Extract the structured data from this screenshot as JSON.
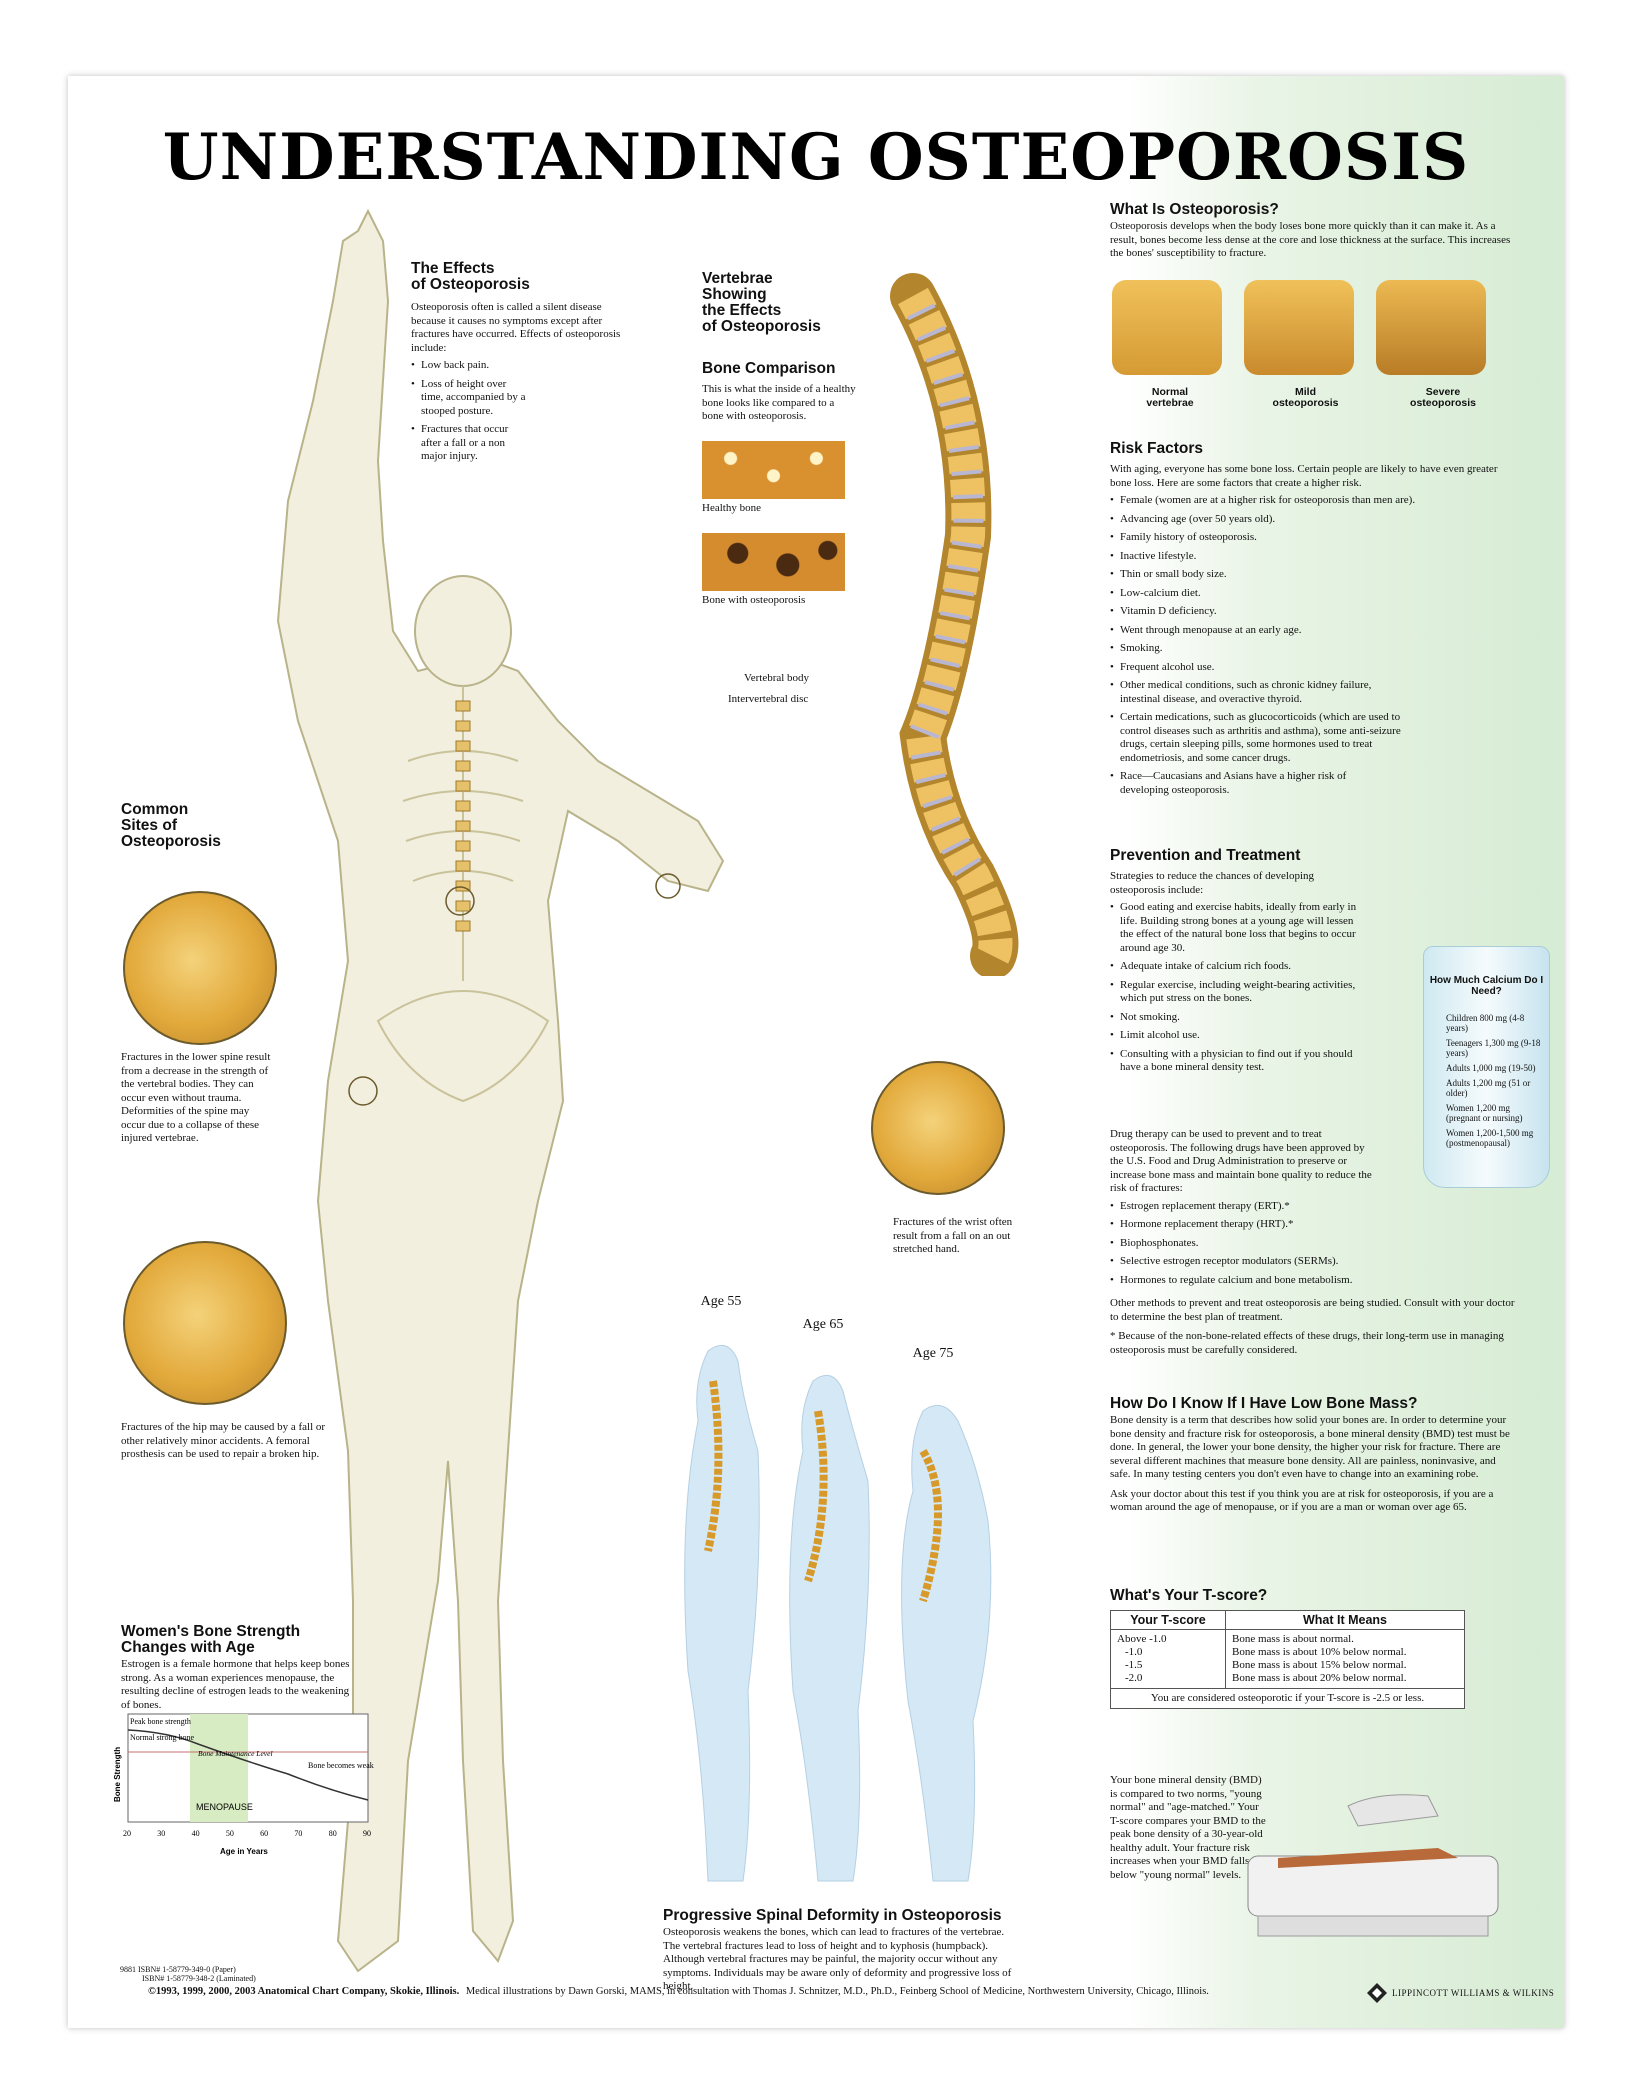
{
  "title": "UNDERSTANDING OSTEOPOROSIS",
  "effects": {
    "heading_l1": "The Effects",
    "heading_l2": "of Osteoporosis",
    "text": "Osteoporosis often is called a silent disease because it causes no symptoms except after fractures have occurred. Effects of osteoporosis include:",
    "items": [
      "Low back pain.",
      "Loss of height over time, accompanied by a stooped posture.",
      "Fractures that occur after a fall or a non major injury."
    ]
  },
  "vertebrae": {
    "heading_l1": "Vertebrae",
    "heading_l2": "Showing",
    "heading_l3": "the Effects",
    "heading_l4": "of Osteoporosis",
    "vertebral_body": "Vertebral body",
    "intervertebral_disc": "Intervertebral disc"
  },
  "bone_comparison": {
    "heading": "Bone Comparison",
    "text": "This is what the inside of a healthy bone looks like compared to a bone with osteoporosis.",
    "healthy": "Healthy bone",
    "osteo": "Bone with osteoporosis"
  },
  "common_sites": {
    "heading_l1": "Common",
    "heading_l2": "Sites of",
    "heading_l3": "Osteoporosis",
    "spine_text": "Fractures in the lower spine result from a decrease in the strength of the vertebral bodies. They can occur even without trauma. Deformities of the spine may occur due to a collapse of these injured vertebrae.",
    "hip_text": "Fractures of the hip may be caused by a fall or other relatively minor accidents. A femoral prosthesis can be used to repair a broken hip.",
    "wrist_text": "Fractures of the wrist often result from a fall on an out stretched hand."
  },
  "womens": {
    "heading_l1": "Women's Bone Strength",
    "heading_l2": "Changes with Age",
    "text": "Estrogen is a female hormone that helps keep bones strong. As a woman experiences menopause, the resulting decline of estrogen leads to the weakening of bones."
  },
  "chart_data": {
    "type": "line",
    "x": [
      20,
      30,
      40,
      50,
      60,
      70,
      80,
      90
    ],
    "xlabel": "Age in Years",
    "ylabel": "Bone Strength",
    "annotations": [
      "Peak bone strength",
      "Normal strong bone",
      "Bone Maintenance Level",
      "Bone becomes weak",
      "MENOPAUSE"
    ],
    "xlim": [
      20,
      90
    ]
  },
  "ages": [
    "Age 55",
    "Age 65",
    "Age 75"
  ],
  "progressive": {
    "heading": "Progressive Spinal Deformity in Osteoporosis",
    "text": "Osteoporosis weakens the bones, which can lead to fractures of the vertebrae. The vertebral fractures lead to loss of height and to kyphosis (humpback). Although vertebral fractures may be painful, the majority occur without any symptoms. Individuals may be aware only of deformity and progressive loss of height."
  },
  "what_is": {
    "heading": "What Is Osteoporosis?",
    "text": "Osteoporosis develops when the body loses bone more quickly than it can make it. As a result, bones become less dense at the core and lose thickness at the surface. This increases the bones' susceptibility to fracture.",
    "normal": "Normal vertebrae",
    "mild": "Mild osteoporosis",
    "severe": "Severe osteoporosis"
  },
  "risk": {
    "heading": "Risk Factors",
    "text": "With aging, everyone has some bone loss. Certain people are likely to have even greater bone loss. Here are some factors that create a higher risk.",
    "items": [
      "Female  (women are at a higher risk for osteoporosis than men are).",
      "Advancing age (over 50 years old).",
      "Family history of osteoporosis.",
      "Inactive lifestyle.",
      "Thin or small body size.",
      "Low-calcium diet.",
      "Vitamin D deficiency.",
      "Went through menopause at an early age.",
      "Smoking.",
      "Frequent alcohol use.",
      "Other medical conditions, such as chronic kidney failure, intestinal disease, and overactive thyroid.",
      "Certain medications, such as glucocorticoids (which are used to control diseases such as arthritis and asthma), some anti-seizure drugs, certain sleeping pills, some hormones used to treat endometriosis, and some cancer drugs.",
      "Race—Caucasians and Asians have a higher risk of developing osteoporosis."
    ]
  },
  "prevention": {
    "heading": "Prevention and Treatment",
    "text": "Strategies to reduce the chances of developing osteoporosis include:",
    "items": [
      "Good eating and exercise habits, ideally from early in life. Building strong bones at a young age will lessen the effect of the natural bone loss that begins to occur around age 30.",
      "Adequate intake of calcium rich foods.",
      "Regular exercise, including weight-bearing activities, which put stress on the bones.",
      "Not smoking.",
      "Limit alcohol use.",
      "Consulting with a physician to find out if you should have a bone mineral density test."
    ],
    "drug_text": "Drug therapy can be used to prevent and to treat osteoporosis. The following drugs have been approved by the U.S. Food and Drug Administration to preserve or increase bone mass and maintain bone quality to reduce the risk of fractures:",
    "drugs": [
      "Estrogen replacement therapy (ERT).*",
      "Hormone replacement therapy (HRT).*",
      "Biophosphonates.",
      "Selective estrogen receptor modulators (SERMs).",
      "Hormones to regulate calcium and bone metabolism."
    ],
    "other": "Other methods to prevent and treat osteoporosis are being studied. Consult with your doctor to determine the best plan of treatment.",
    "note": "* Because of the non-bone-related effects of these drugs, their long-term use in managing osteoporosis must be carefully considered."
  },
  "calcium": {
    "heading": "How Much Calcium Do I Need?",
    "rows": [
      "Children 800 mg (4-8 years)",
      "Teenagers 1,300 mg (9-18 years)",
      "Adults 1,000 mg (19-50)",
      "Adults 1,200 mg (51 or older)",
      "Women 1,200 mg (pregnant or nursing)",
      "Women 1,200-1,500 mg (postmenopausal)"
    ]
  },
  "low_bone": {
    "heading": "How Do I Know If I Have Low Bone Mass?",
    "text1": "Bone density is a term that describes how solid your bones are. In order to determine your bone density and fracture risk for osteoporosis, a bone mineral density (BMD) test must be done. In general, the lower your bone density, the higher your risk for fracture. There are several different machines that measure bone density. All are painless, noninvasive, and safe. In many testing centers you don't even have to change into an examining robe.",
    "text2": "Ask your doctor about this test if you think you are at risk for osteoporosis, if you are a woman around the age of menopause, or if you are a man or woman over age 65."
  },
  "tscore": {
    "heading": "What's Your T-score?",
    "col1": "Your T-score",
    "col2": "What It Means",
    "rows": [
      [
        "Above  -1.0",
        "Bone mass is about normal."
      ],
      [
        "-1.0",
        "Bone mass is about 10% below normal."
      ],
      [
        "-1.5",
        "Bone mass is about 15% below normal."
      ],
      [
        "-2.0",
        "Bone mass is about 20% below normal."
      ]
    ],
    "footer": "You are considered osteoporotic if your T-score is -2.5 or less."
  },
  "bmd": {
    "text": "Your bone mineral density (BMD) is compared to two norms, \"young normal\" and \"age-matched.\" Your T-score compares your BMD to the peak bone density of a 30-year-old healthy adult. Your fracture risk increases when your BMD falls below \"young normal\" levels."
  },
  "isbn": {
    "line1": "9881  ISBN# 1-58779-349-0 (Paper)",
    "line2": "ISBN# 1-58779-348-2 (Laminated)"
  },
  "footer": {
    "copyright": "©1993, 1999, 2000, 2003 Anatomical Chart Company, Skokie, Illinois.",
    "credits": "Medical illustrations by Dawn Gorski, MAMS,  in consultation with Thomas J. Schnitzer, M.D., Ph.D., Feinberg School of Medicine, Northwestern University, Chicago, Illinois.",
    "publisher": "LIPPINCOTT WILLIAMS & WILKINS"
  }
}
